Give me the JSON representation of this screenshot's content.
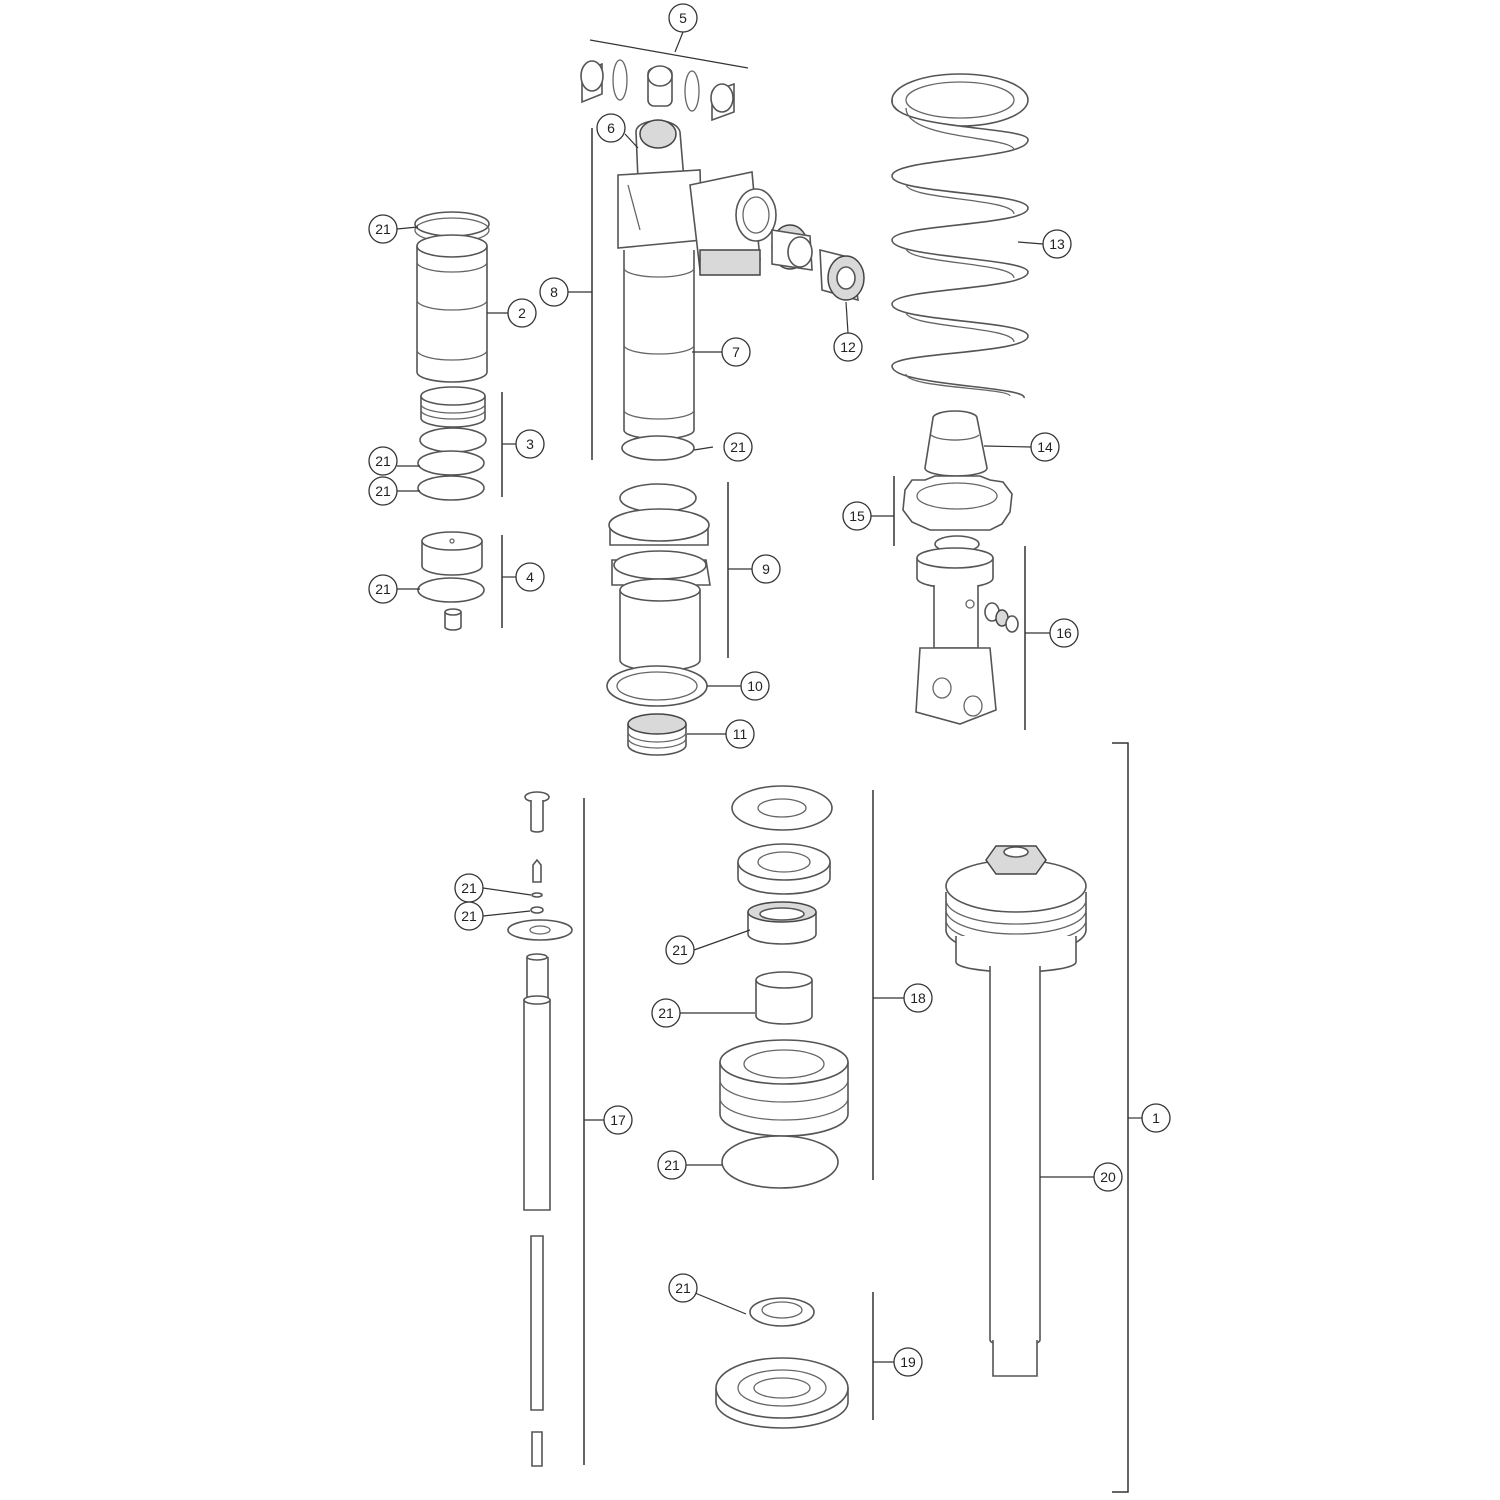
{
  "callouts": {
    "c1": "1",
    "c2": "2",
    "c3": "3",
    "c4": "4",
    "c5": "5",
    "c6": "6",
    "c7": "7",
    "c8": "8",
    "c9": "9",
    "c10": "10",
    "c11": "11",
    "c12": "12",
    "c13": "13",
    "c14": "14",
    "c15": "15",
    "c16": "16",
    "c17": "17",
    "c18": "18",
    "c19": "19",
    "c20": "20",
    "c21": "21"
  },
  "colors": {
    "line": "#555555",
    "ink": "#222222",
    "background": "#ffffff"
  }
}
